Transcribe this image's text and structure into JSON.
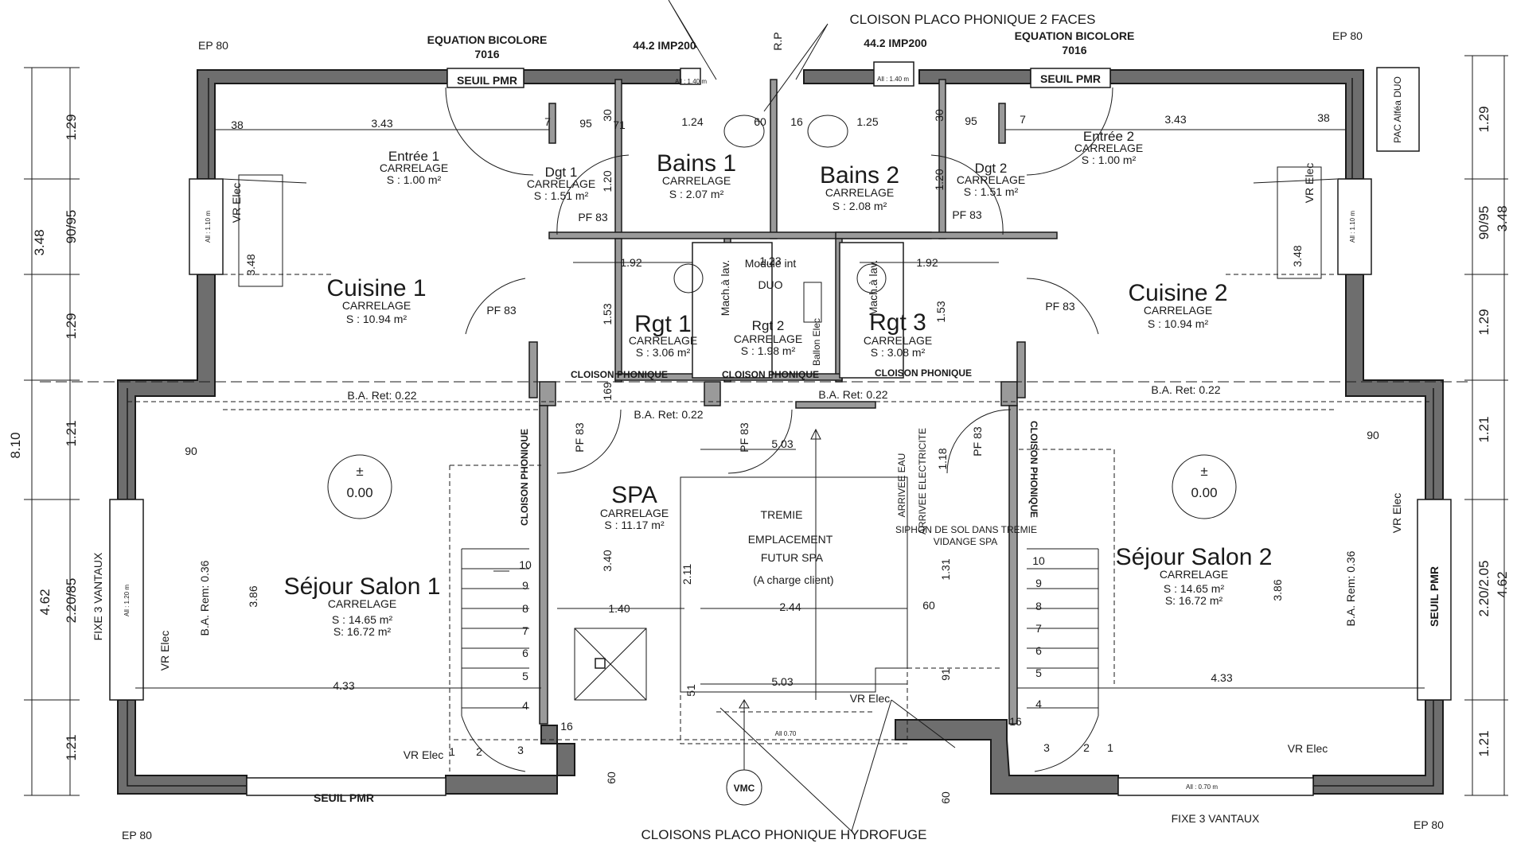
{
  "rooms": {
    "cuisine1": {
      "name": "Cuisine 1",
      "floor": "CARRELAGE",
      "area": "S : 10.94 m²"
    },
    "cuisine2": {
      "name": "Cuisine 2",
      "floor": "CARRELAGE",
      "area": "S : 10.94 m²"
    },
    "entree1": {
      "name": "Entrée 1",
      "floor": "CARRELAGE",
      "area": "S : 1.00 m²"
    },
    "entree2": {
      "name": "Entrée 2",
      "floor": "CARRELAGE",
      "area": "S : 1.00 m²"
    },
    "dgt1": {
      "name": "Dgt 1",
      "floor": "CARRELAGE",
      "area": "S : 1.51 m²"
    },
    "dgt2": {
      "name": "Dgt 2",
      "floor": "CARRELAGE",
      "area": "S : 1.51 m²"
    },
    "bains1": {
      "name": "Bains 1",
      "floor": "CARRELAGE",
      "area": "S : 2.07 m²"
    },
    "bains2": {
      "name": "Bains 2",
      "floor": "CARRELAGE",
      "area": "S : 2.08 m²"
    },
    "rgt1": {
      "name": "Rgt 1",
      "floor": "CARRELAGE",
      "area": "S : 3.06 m²"
    },
    "rgt2": {
      "name": "Rgt 2",
      "floor": "CARRELAGE",
      "area": "S : 1.98 m²"
    },
    "rgt3": {
      "name": "Rgt 3",
      "floor": "CARRELAGE",
      "area": "S : 3.08 m²"
    },
    "spa": {
      "name": "SPA",
      "floor": "CARRELAGE",
      "area": "S : 11.17 m²"
    },
    "sejour1": {
      "name": "Séjour Salon 1",
      "floor": "CARRELAGE",
      "area": "S : 14.65 m²",
      "area2": "S: 16.72 m²"
    },
    "sejour2": {
      "name": "Séjour Salon 2",
      "floor": "CARRELAGE",
      "area": "S : 14.65 m²",
      "area2": "S: 16.72 m²"
    }
  },
  "annotations": {
    "cloison_2faces": "CLOISON PLACO PHONIQUE 2 FACES",
    "cloisons_hydrofuge": "CLOISONS PLACO PHONIQUE HYDROFUGE",
    "equation_left_1": "EQUATION BICOLORE",
    "equation_left_2": "7016",
    "equation_right_1": "EQUATION BICOLORE",
    "equation_right_2": "7016",
    "imp_left": "44.2 IMP200",
    "imp_right": "44.2 IMP200",
    "rp": "R.P",
    "seuil_pmr": "SEUIL PMR",
    "ep80": "EP 80",
    "pac": "PAC Alféa DUO",
    "module": "Module int",
    "duo": "DUO",
    "mach_a_lav": "Mach.à lav.",
    "ballon": "Ballon Elec",
    "cloison_phonique": "CLOISON PHONIQUE",
    "ba_ret": "B.A. Ret: 0.22",
    "ba_rem": "B.A. Rem: 0.36",
    "pf83": "PF 83",
    "vr_elec": "VR Elec",
    "fixe3": "FIXE 3 VANTAUX",
    "tremie": "TREMIE",
    "empl1": "EMPLACEMENT",
    "empl2": "FUTUR SPA",
    "empl3": "(A charge client)",
    "arrivee_eau": "ARRIVEE EAU",
    "arrivee_elec": "ARRIVEE ELECTRICITE",
    "siphon1": "SIPHON DE SOL DANS TREMIE",
    "siphon2": "VIDANGE SPA",
    "vmc": "VMC",
    "level": "0.00",
    "level_sign": "±",
    "all_110": "All : 1.10 m",
    "all_120": "All : 1.20 m",
    "all_070": "All 0.70",
    "all_070m": "All : 0.70 m",
    "all_140": "All : 1.40 m"
  },
  "dimensions": {
    "d343": "3.43",
    "d95": "95",
    "d124": "1.24",
    "d60": "60",
    "d16": "16",
    "d125": "1.25",
    "d38": "38",
    "d30": "30",
    "d71": "71",
    "d7": "7",
    "d120": "1.20",
    "d192": "1.92",
    "d123": "1.23",
    "d153": "1.53",
    "d169": "169",
    "d503": "5.03",
    "d118": "1.18",
    "d90": "90",
    "d340": "3.40",
    "d211": "2.11",
    "d140": "1.40",
    "d244": "2.44",
    "d131": "1.31",
    "d91": "91",
    "d51": "51",
    "d433": "4.33",
    "d386": "3.86",
    "d348": "3.48",
    "d129": "1.29",
    "d9095": "90/95",
    "d121": "1.21",
    "d810": "8.10",
    "d462": "4.62",
    "d22085": "2.20/85",
    "d220205": "2.20/2.05",
    "d1": "1",
    "d2": "2",
    "d3": "3",
    "d4": "4",
    "d5": "5",
    "d6": "6",
    "d8": "8",
    "d9": "9",
    "d10": "10"
  }
}
